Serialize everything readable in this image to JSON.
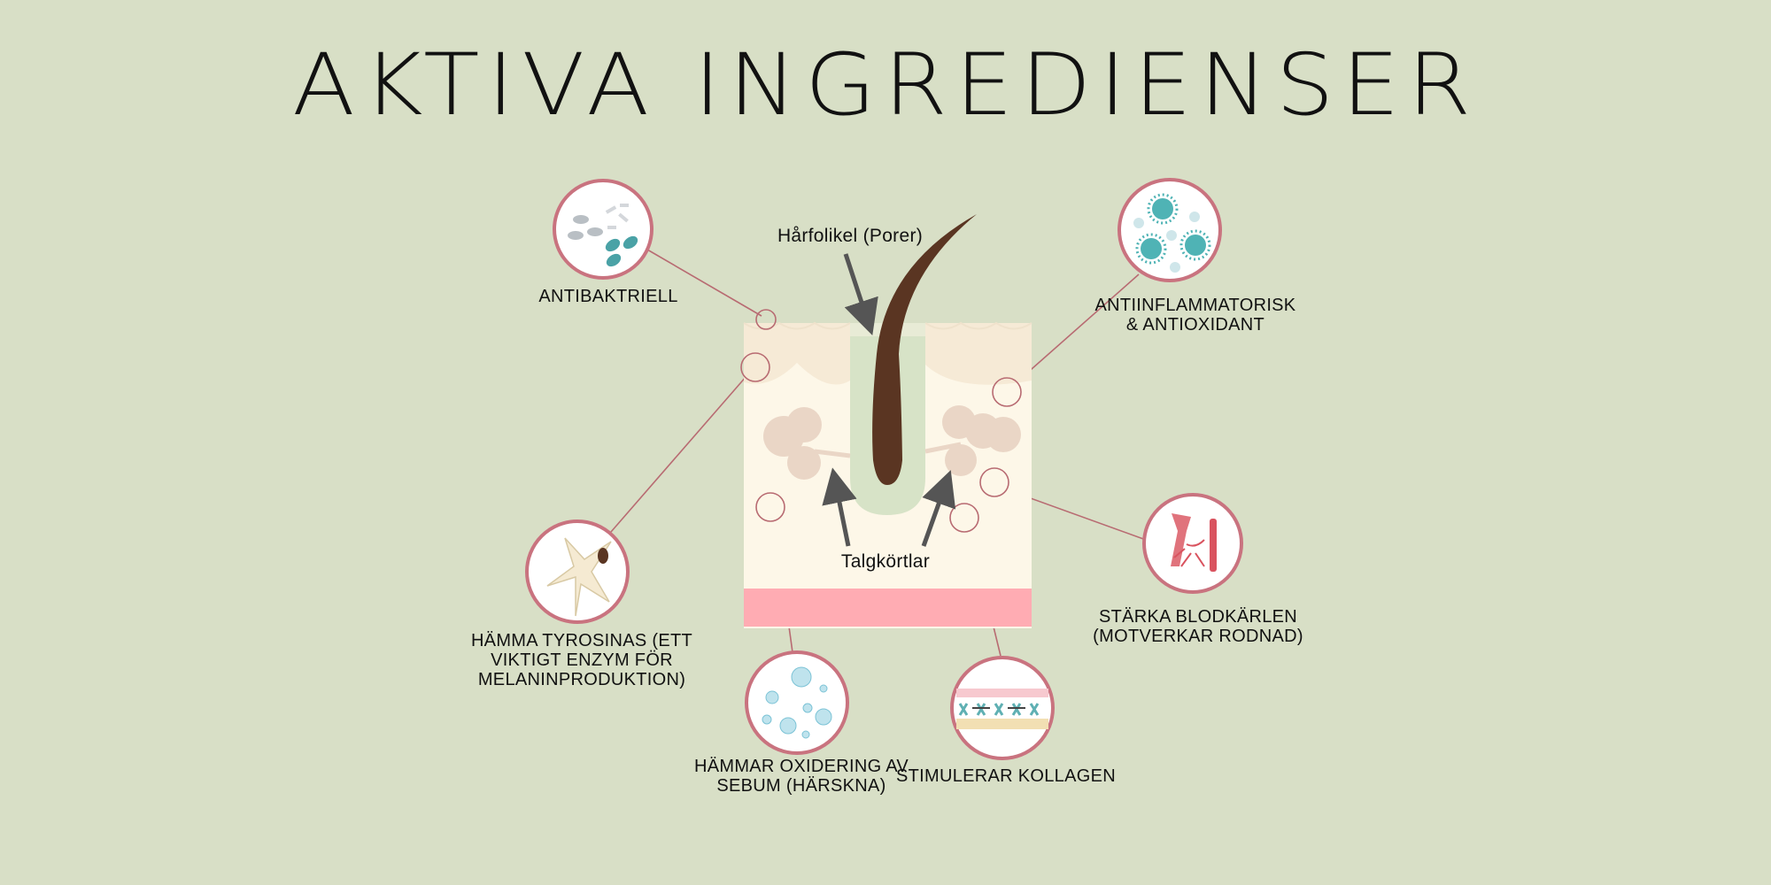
{
  "title": "AKTIVA INGREDIENSER",
  "callouts": {
    "hair_follicle": "Hårfolikel (Porer)",
    "sebaceous_glands": "Talgkörtlar"
  },
  "benefits": {
    "antibacterial": [
      "ANTIBAKTRIELL"
    ],
    "anti_inflammatory": [
      "ANTIINFLAMMATORISK",
      "& ANTIOXIDANT"
    ],
    "tyrosinase": [
      "HÄMMA TYROSINAS (ETT",
      "VIKTIGT ENZYM FÖR",
      "MELANINPRODUKTION)"
    ],
    "vessels": [
      "STÄRKA BLODKÄRLEN",
      "(MOTVERKAR RODNAD)"
    ],
    "sebum": [
      "HÄMMAR OXIDERING AV",
      "SEBUM (HÄRSKNA)"
    ],
    "collagen": [
      "STIMULERAR KOLLAGEN"
    ]
  },
  "colors": {
    "background": "#d8dfc6",
    "circle_border": "#c9737f",
    "connector": "#b86b72",
    "hair": "#5a3522",
    "skin_top": "#f6ead6",
    "skin_body": "#fdf7e8",
    "skin_bottom": "#ffacb3",
    "gland": "#ead6c6",
    "arrow": "#555555"
  },
  "icons": {
    "antibacterial": "bacteria-icon",
    "anti_inflammatory": "virus-cells-icon",
    "tyrosinase": "melanocyte-icon",
    "vessels": "blood-vessel-icon",
    "sebum": "bubbles-icon",
    "collagen": "collagen-fibers-icon"
  }
}
